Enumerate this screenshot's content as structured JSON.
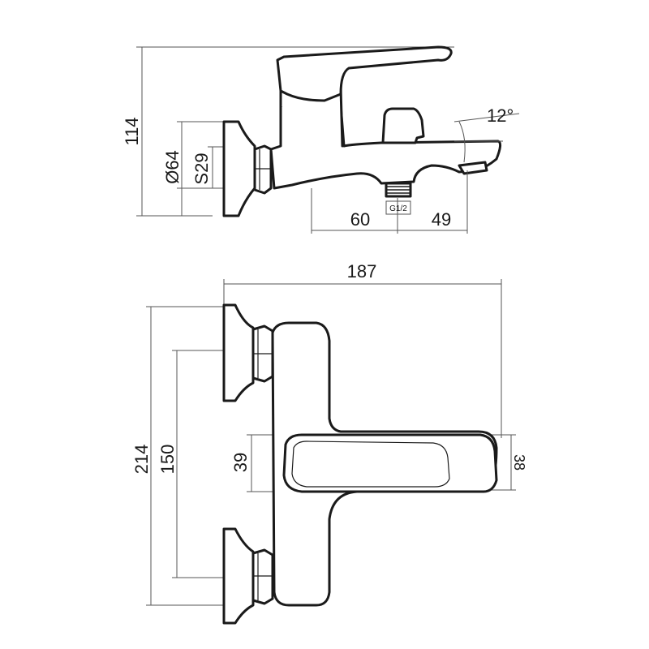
{
  "side_view": {
    "dim_height": "114",
    "dim_diameter": "Ø64",
    "dim_nut": "S29",
    "dim_angle": "12°",
    "dim_left_offset": "60",
    "dim_right_offset": "49",
    "thread_label": "G1/2"
  },
  "top_view": {
    "dim_width": "187",
    "dim_overall_depth": "214",
    "dim_centers": "150",
    "dim_handle_left": "39",
    "dim_handle_right": "38"
  }
}
